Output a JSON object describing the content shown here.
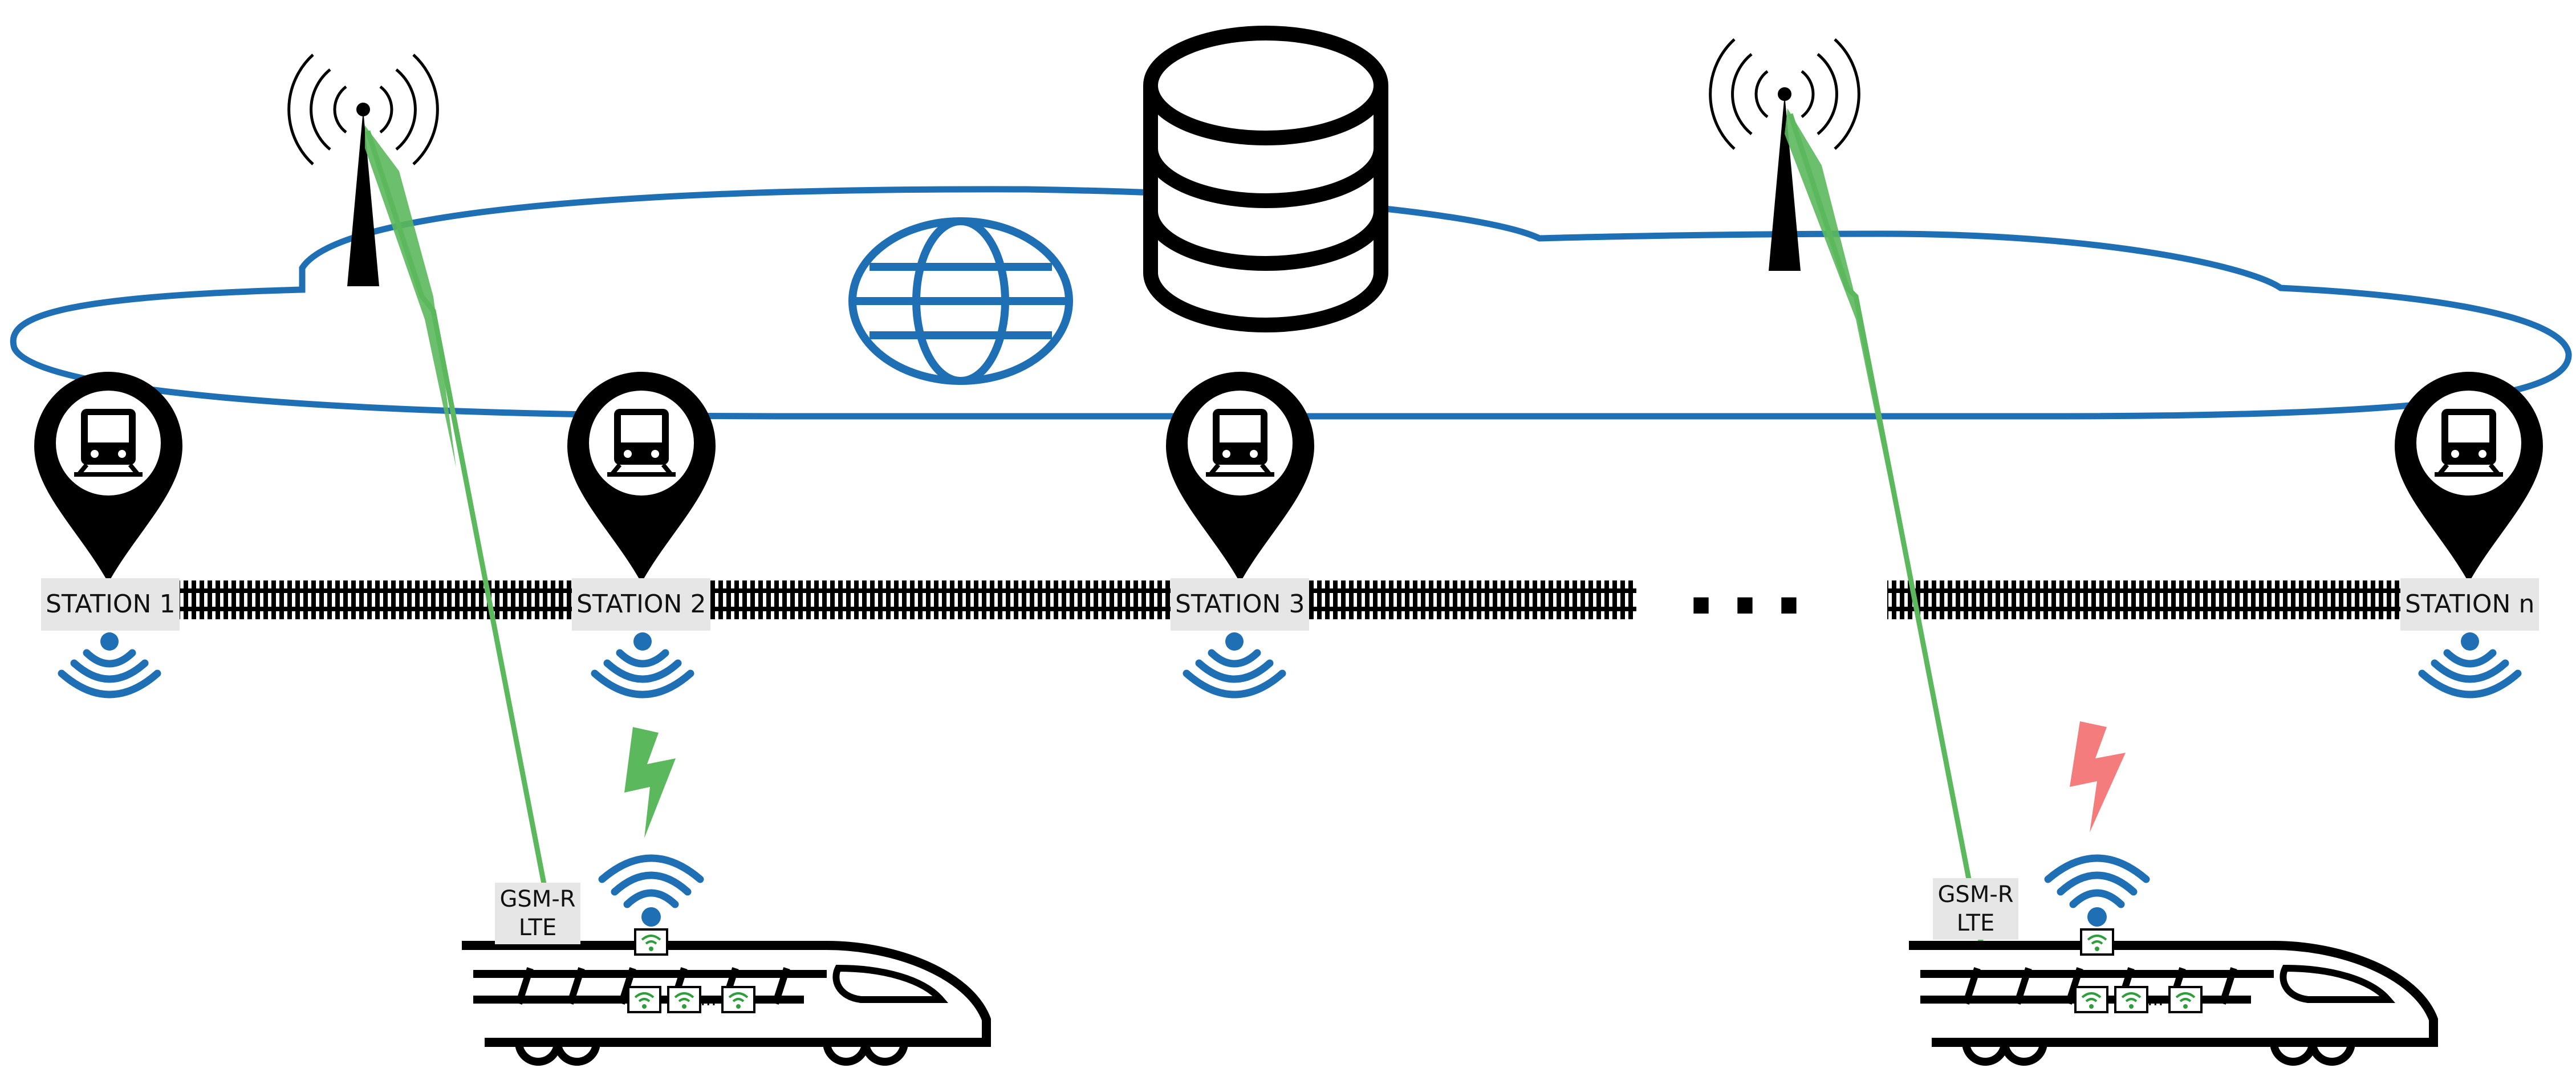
{
  "colors": {
    "network_blue": "#1f6fb5",
    "link_ok_green": "#5cb85c",
    "link_fail_red": "#f47c7c",
    "ink": "#000000",
    "label_bg": "#e6e6e6",
    "wifi_green": "#2e9e3a"
  },
  "network": {
    "cloud_icon": "cloud-outline",
    "database_icon": "database-icon",
    "globe_icon": "globe-icon"
  },
  "stations": [
    {
      "label": "STATION 1",
      "icon": "train-location-pin-icon",
      "beacon_icon": "wifi-broadcast-icon"
    },
    {
      "label": "STATION 2",
      "icon": "train-location-pin-icon",
      "beacon_icon": "wifi-broadcast-icon"
    },
    {
      "label": "STATION 3",
      "icon": "train-location-pin-icon",
      "beacon_icon": "wifi-broadcast-icon"
    },
    {
      "label": "STATION n",
      "icon": "train-location-pin-icon",
      "beacon_icon": "wifi-broadcast-icon"
    }
  ],
  "track": {
    "gap_label": "..."
  },
  "trains": [
    {
      "radio_label_line1": "GSM-R",
      "radio_label_line2": "LTE",
      "link_status": "connected",
      "link_color": "#5cb85c"
    },
    {
      "radio_label_line1": "GSM-R",
      "radio_label_line2": "LTE",
      "link_status": "disconnected",
      "link_color": "#f47c7c"
    }
  ],
  "towers": [
    {
      "icon": "radio-tower-icon"
    },
    {
      "icon": "radio-tower-icon"
    }
  ]
}
